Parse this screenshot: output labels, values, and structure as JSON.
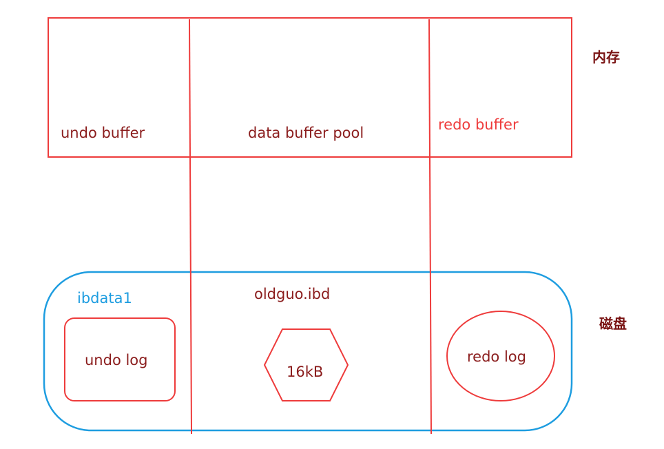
{
  "memory": {
    "label": "内存",
    "undo_buffer": "undo buffer",
    "data_buffer_pool": "data buffer pool",
    "redo_buffer": "redo buffer"
  },
  "disk": {
    "label": "磁盘",
    "ibdata1": "ibdata1",
    "undo_log": "undo log",
    "table_file": "oldguo.ibd",
    "page_size": "16kB",
    "redo_log": "redo log"
  },
  "colors": {
    "memory_border": "#ee3b3b",
    "disk_border": "#1e9de0",
    "text_dark": "#8b1d1d",
    "text_red": "#ee3b3b",
    "text_blue": "#1e9de0"
  }
}
